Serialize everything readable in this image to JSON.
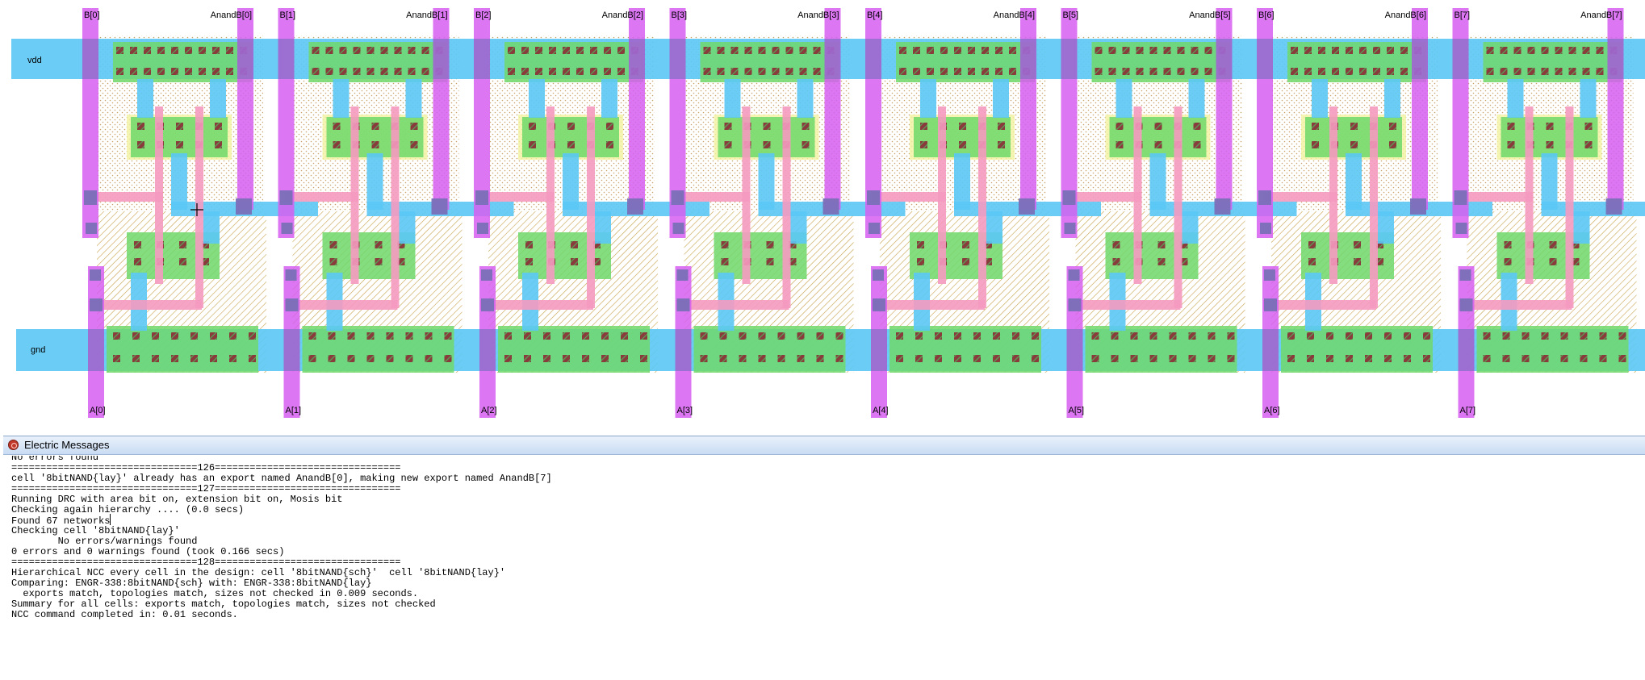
{
  "window": {
    "title": "Electric Messages"
  },
  "layout": {
    "power_rail_label": "vdd",
    "ground_rail_label": "gnd",
    "cells": [
      {
        "b_label": "B[0]",
        "anandb_label": "AnandB[0]",
        "a_label": "A[0]"
      },
      {
        "b_label": "B[1]",
        "anandb_label": "AnandB[1]",
        "a_label": "A[1]"
      },
      {
        "b_label": "B[2]",
        "anandb_label": "AnandB[2]",
        "a_label": "A[2]"
      },
      {
        "b_label": "B[3]",
        "anandb_label": "AnandB[3]",
        "a_label": "A[3]"
      },
      {
        "b_label": "B[4]",
        "anandb_label": "AnandB[4]",
        "a_label": "A[4]"
      },
      {
        "b_label": "B[5]",
        "anandb_label": "AnandB[5]",
        "a_label": "A[5]"
      },
      {
        "b_label": "B[6]",
        "anandb_label": "AnandB[6]",
        "a_label": "A[6]"
      },
      {
        "b_label": "B[7]",
        "anandb_label": "AnandB[7]",
        "a_label": "A[7]"
      }
    ]
  },
  "colors": {
    "metal1": "#5bc8f5",
    "metal2": "#d65ef0",
    "poly": "#f59ac0",
    "active": "#6fd86a",
    "contact": "#8a3b3b",
    "via": "#7a70b8",
    "nwell_dots": "#c9a36b",
    "select_hatch": "#c7a14a",
    "implant_yellow": "#f2f2a0"
  },
  "messages": {
    "lines": [
      "No errors found",
      "================================126================================",
      "cell '8bitNAND{lay}' already has an export named AnandB[0], making new export named AnandB[7]",
      "================================127================================",
      "Running DRC with area bit on, extension bit on, Mosis bit",
      "Checking again hierarchy .... (0.0 secs)",
      "Found 67 networks",
      "Checking cell '8bitNAND{lay}'",
      "        No errors/warnings found",
      "0 errors and 0 warnings found (took 0.166 secs)",
      "================================128================================",
      "Hierarchical NCC every cell in the design: cell '8bitNAND{sch}'  cell '8bitNAND{lay}'",
      "Comparing: ENGR-338:8bitNAND{sch} with: ENGR-338:8bitNAND{lay}",
      "  exports match, topologies match, sizes not checked in 0.009 seconds.",
      "Summary for all cells: exports match, topologies match, sizes not checked",
      "NCC command completed in: 0.01 seconds."
    ]
  }
}
